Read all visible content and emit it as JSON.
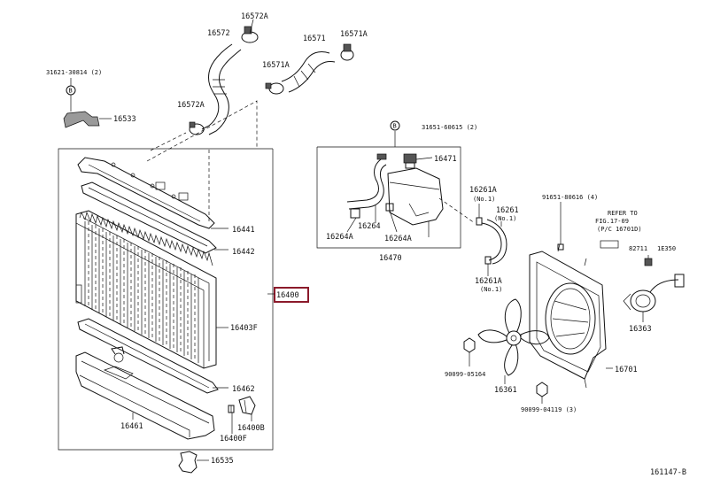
{
  "labels": {
    "p16572A_top": "16572A",
    "p16572": "16572",
    "p16571": "16571",
    "p16571A_top": "16571A",
    "p16571A_mid": "16571A",
    "p16572A_bot": "16572A",
    "p31621": "31621-30814 (2)",
    "p16533": "16533",
    "p31651": "31651-60615 (2)",
    "p16471": "16471",
    "p16261A_1": "16261A",
    "p16261A_1n": "(No.1)",
    "p16261": "16261",
    "p16261n": "(No.1)",
    "p91651": "91651-80616 (4)",
    "refer1": "REFER TO",
    "refer2": "FIG.17-09",
    "refer3": "(P/C 16701D)",
    "p82711": "82711",
    "p1E350": "1E350",
    "p16264": "16264",
    "p16264A_l": "16264A",
    "p16264A_r": "16264A",
    "p16470": "16470",
    "p16261A_2": "16261A",
    "p16261A_2n": "(No.1)",
    "p16363": "16363",
    "p16441": "16441",
    "p16442": "16442",
    "p16400": "16400",
    "p16403F": "16403F",
    "p90099_1": "90099-05164",
    "p16361": "16361",
    "p16701": "16701",
    "p16462": "16462",
    "p90099_2": "90099-04119 (3)",
    "p16461": "16461",
    "p16400B": "16400B",
    "p16400F": "16400F",
    "p16535": "16535",
    "fig_no": "161147-B"
  },
  "callouts": {
    "bolt_mark": "B"
  },
  "colors": {
    "line": "#111111",
    "highlight_box": "#8b1a2b",
    "background": "#ffffff"
  }
}
